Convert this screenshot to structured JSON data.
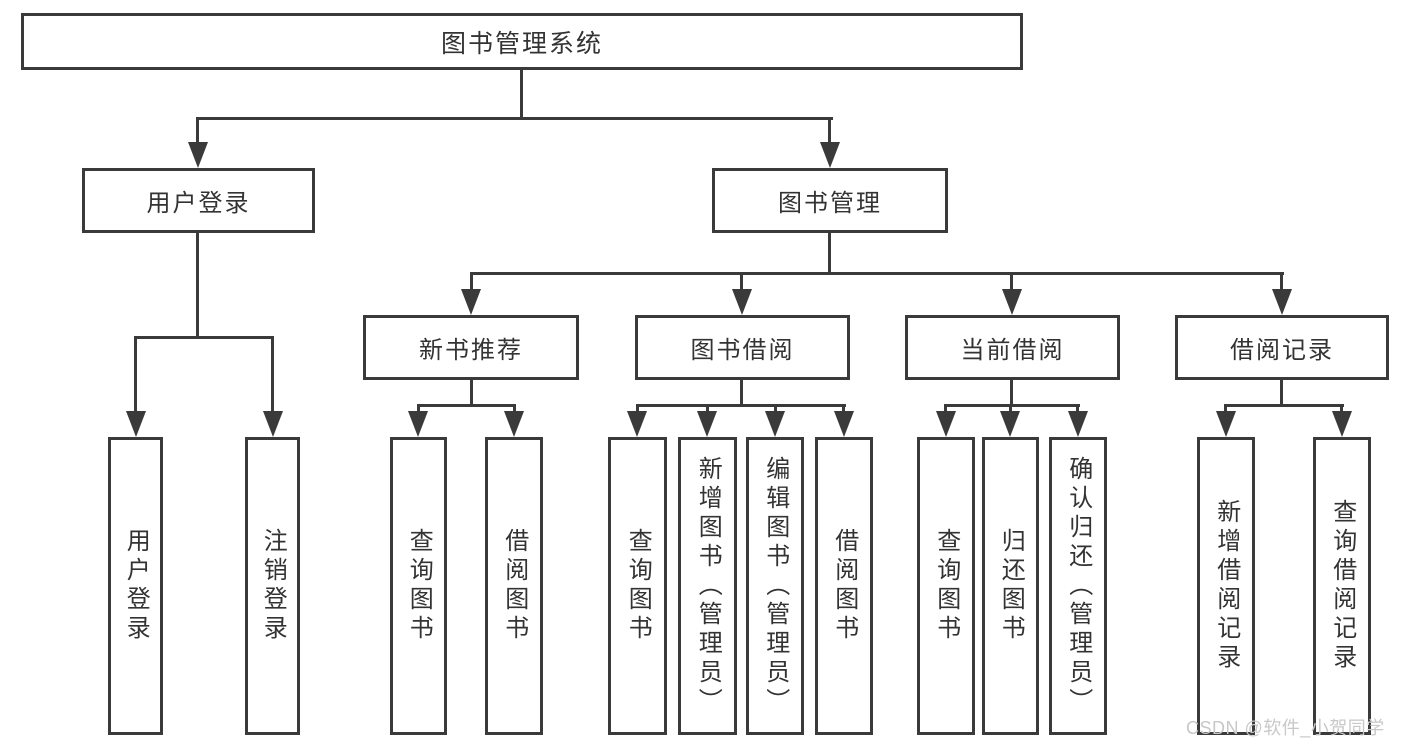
{
  "tree": {
    "label": "图书管理系统",
    "children": [
      {
        "label": "用户登录",
        "children": [
          {
            "label": "用户登录"
          },
          {
            "label": "注销登录"
          }
        ]
      },
      {
        "label": "图书管理",
        "children": [
          {
            "label": "新书推荐",
            "children": [
              {
                "label": "查询图书"
              },
              {
                "label": "借阅图书"
              }
            ]
          },
          {
            "label": "图书借阅",
            "children": [
              {
                "label": "查询图书"
              },
              {
                "label": "新增图书（管理员）"
              },
              {
                "label": "编辑图书（管理员）"
              },
              {
                "label": "借阅图书"
              }
            ]
          },
          {
            "label": "当前借阅",
            "children": [
              {
                "label": "查询图书"
              },
              {
                "label": "归还图书"
              },
              {
                "label": "确认归还（管理员）"
              }
            ]
          },
          {
            "label": "借阅记录",
            "children": [
              {
                "label": "新增借阅记录"
              },
              {
                "label": "查询借阅记录"
              }
            ]
          }
        ]
      }
    ]
  },
  "watermark": {
    "text": "CSDN @软件_小贺同学"
  },
  "colors": {
    "line": "#3a3a3a",
    "text": "#333333",
    "watermark": "#c8c8c8",
    "background": "#ffffff"
  }
}
